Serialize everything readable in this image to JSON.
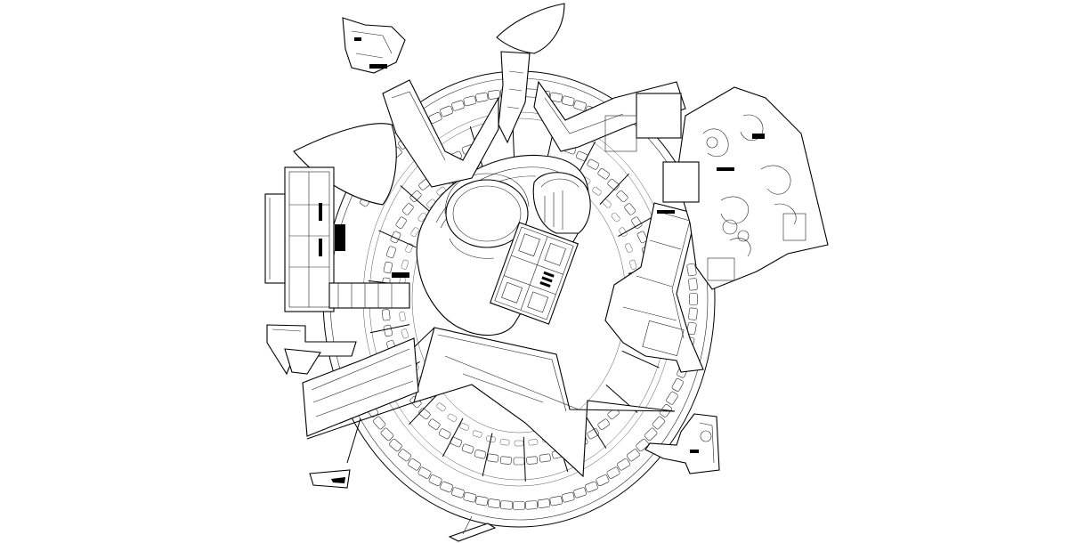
{
  "drawing": {
    "kind": "architectural collage plan",
    "background_color": "#ffffff",
    "line_color": "#000000",
    "elements": [
      {
        "name": "amphitheatre-ring",
        "icon": "concentric-rings"
      },
      {
        "name": "central-courtyard",
        "icon": "blob"
      },
      {
        "name": "oval-arena",
        "icon": "ellipse"
      },
      {
        "name": "seating-cells",
        "icon": "radial-cells"
      },
      {
        "name": "zigzag-wedge",
        "icon": "lightning-shape"
      },
      {
        "name": "sail-shapes",
        "icon": "curved-wedge"
      },
      {
        "name": "classical-building-west",
        "icon": "floor-plan"
      },
      {
        "name": "rotated-building-center",
        "icon": "floor-plan"
      },
      {
        "name": "building-east",
        "icon": "floor-plan"
      },
      {
        "name": "organic-complex-northeast",
        "icon": "organic-plan"
      },
      {
        "name": "fragment-northwest",
        "icon": "small-plan"
      },
      {
        "name": "fragment-southeast",
        "icon": "small-plan"
      },
      {
        "name": "fragment-southwest",
        "icon": "parallelogram"
      },
      {
        "name": "fragment-south",
        "icon": "parallelogram"
      }
    ]
  }
}
